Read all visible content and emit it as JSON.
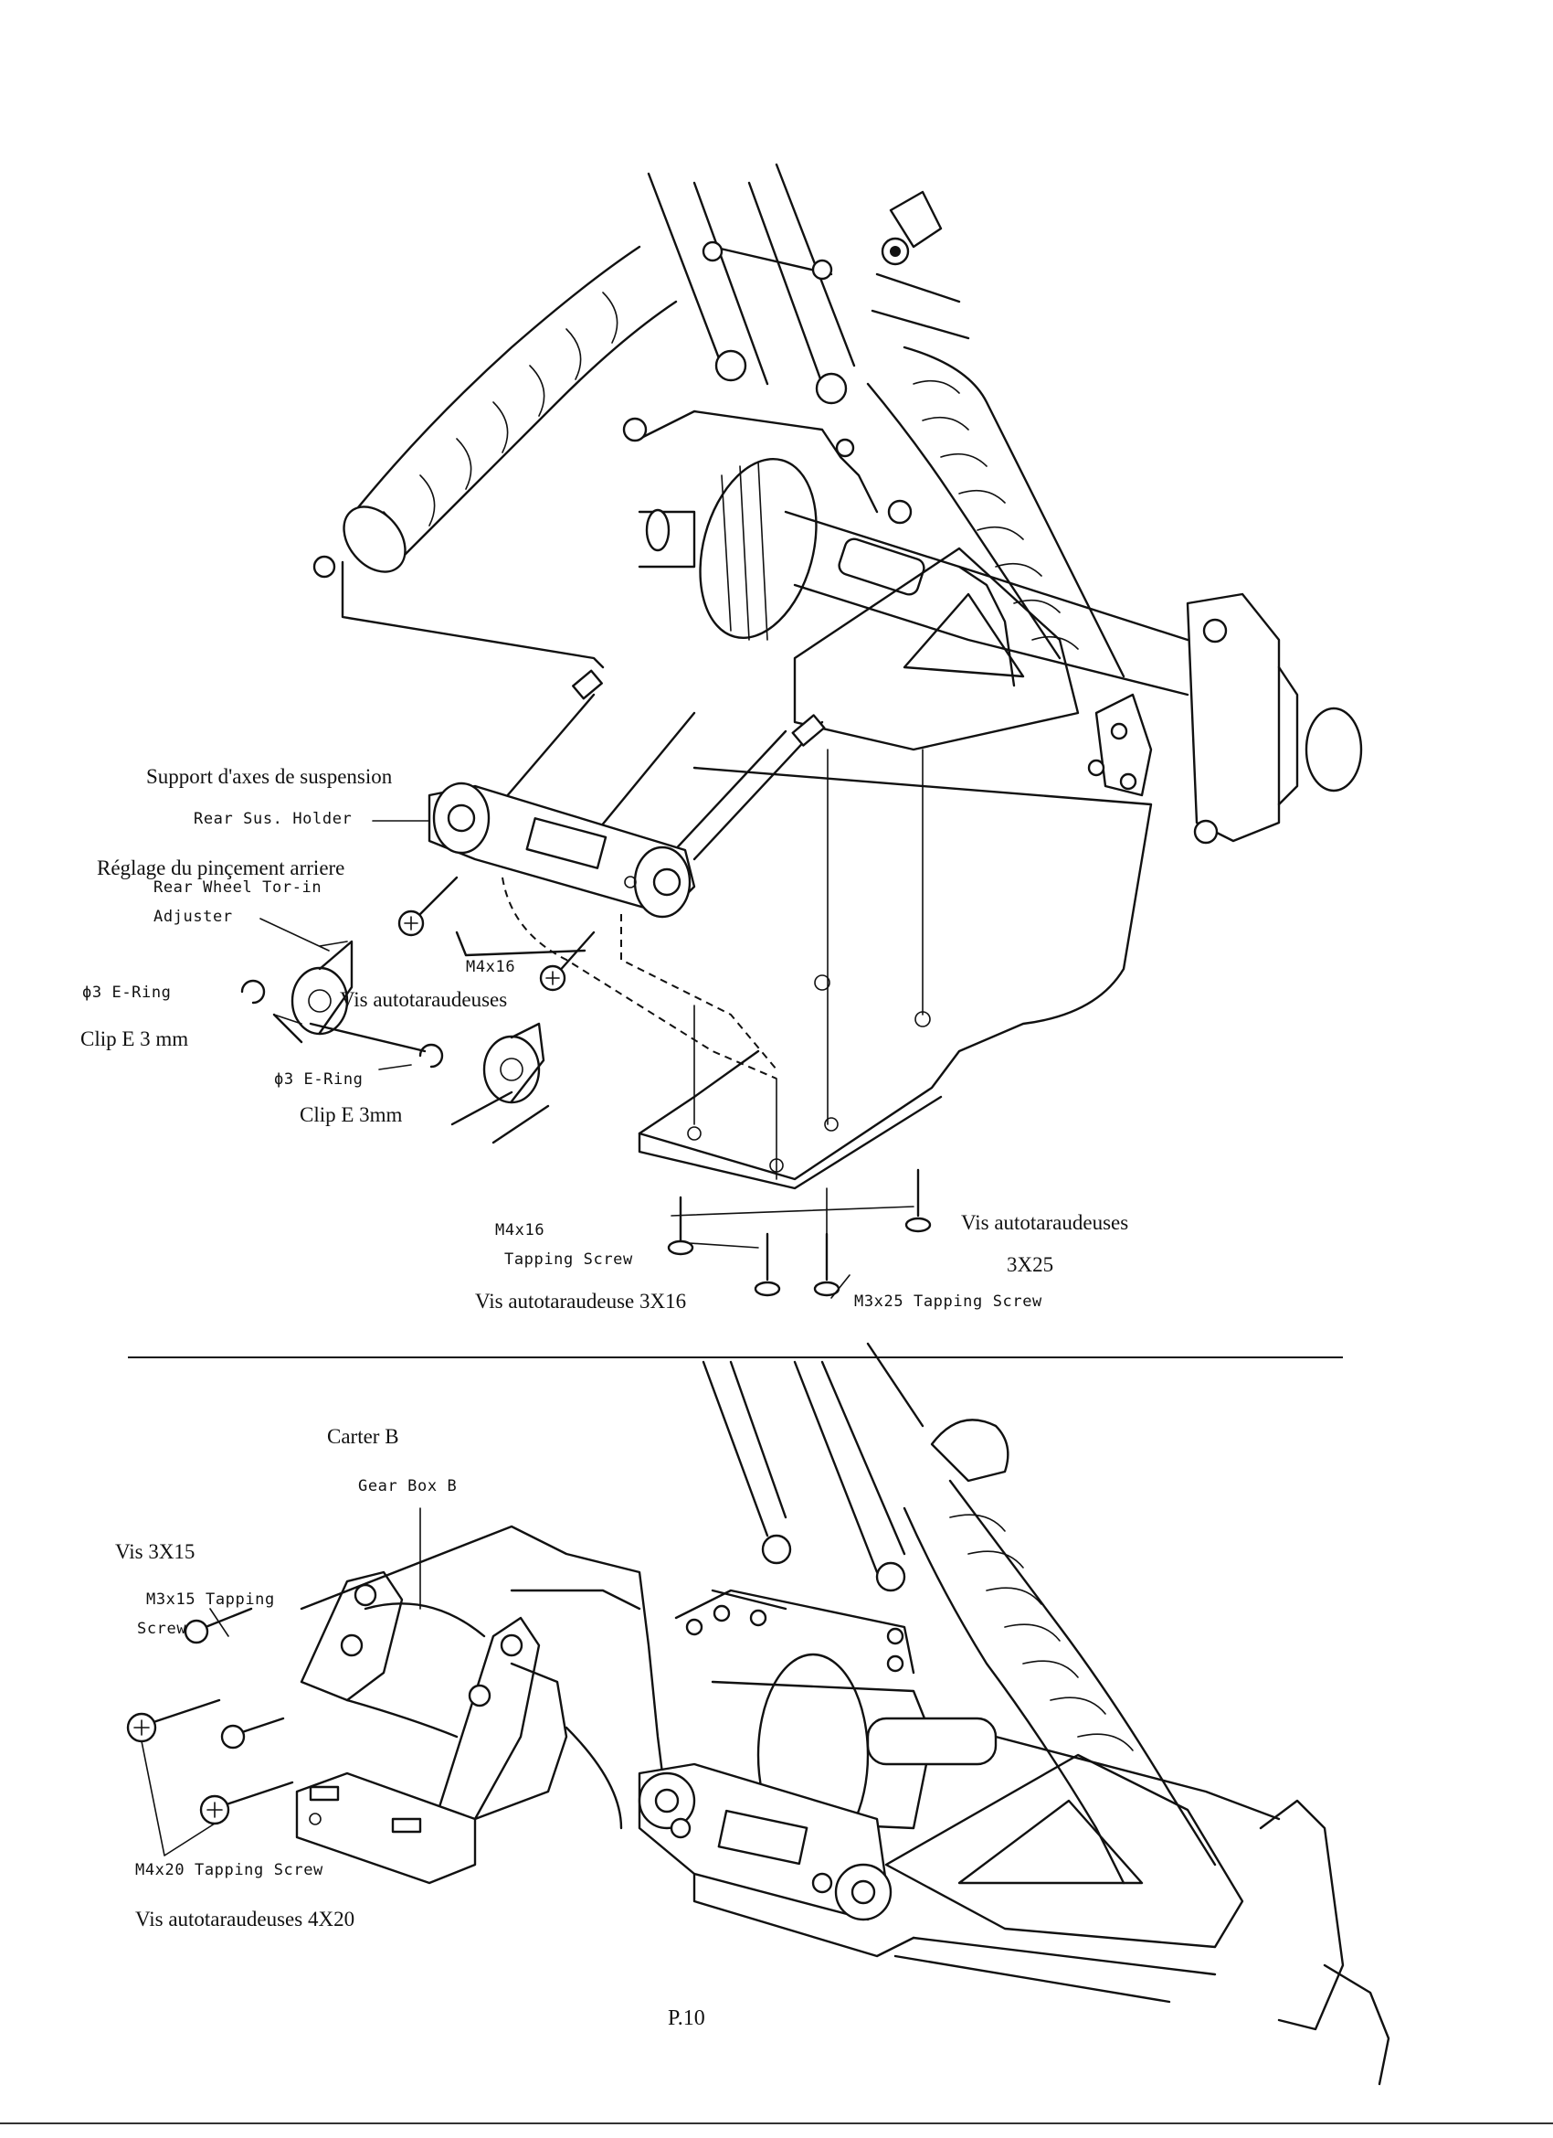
{
  "upper_labels": {
    "support_fr": "Support d'axes de suspension",
    "rear_sus_holder": "Rear Sus. Holder",
    "reglage_fr": "Réglage du pinçement arriere",
    "toe_in_line1": "Rear Wheel Tor-in",
    "toe_in_line2": "Adjuster",
    "e_ring_1": "ϕ3 E-Ring",
    "clip_1": "Clip E 3 mm",
    "m4x16_a": "M4x16",
    "vis_auto_a": "Vis autotaraudeuses",
    "e_ring_2": "ϕ3 E-Ring",
    "clip_2": "Clip E 3mm",
    "m4x16_b": "M4x16",
    "tapping_screw_b": "Tapping Screw",
    "vis_auto_3x16": "Vis autotaraudeuse 3X16",
    "m3x25_tapping": "M3x25 Tapping Screw",
    "vis_auto_b": "Vis autotaraudeuses",
    "size_3x25": "3X25"
  },
  "lower_labels": {
    "carter_b": "Carter B",
    "gear_box_b": "Gear Box B",
    "vis_3x15": "Vis 3X15",
    "m3x15_line1": "M3x15 Tapping",
    "m3x15_line2": "Screw",
    "m4x20_tapping": "M4x20 Tapping Screw",
    "vis_auto_4x20": "Vis autotaraudeuses 4X20"
  },
  "page_number": "P.10"
}
